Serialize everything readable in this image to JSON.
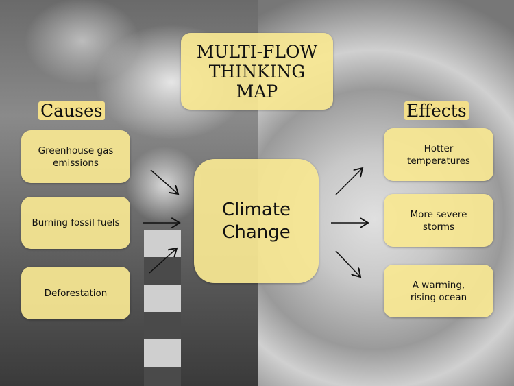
{
  "title": "MULTI-FLOW\nTHINKING\nMAP",
  "center": "Climate\nChange",
  "causes": {
    "heading": "Causes",
    "items": [
      "Greenhouse gas emissions",
      "Burning fossil fuels",
      "Deforestation"
    ]
  },
  "effects": {
    "heading": "Effects",
    "items": [
      "Hotter temperatures",
      "More severe storms",
      "A warming, rising ocean"
    ]
  },
  "colors": {
    "box": "#f7e792",
    "arrow": "#111111"
  }
}
